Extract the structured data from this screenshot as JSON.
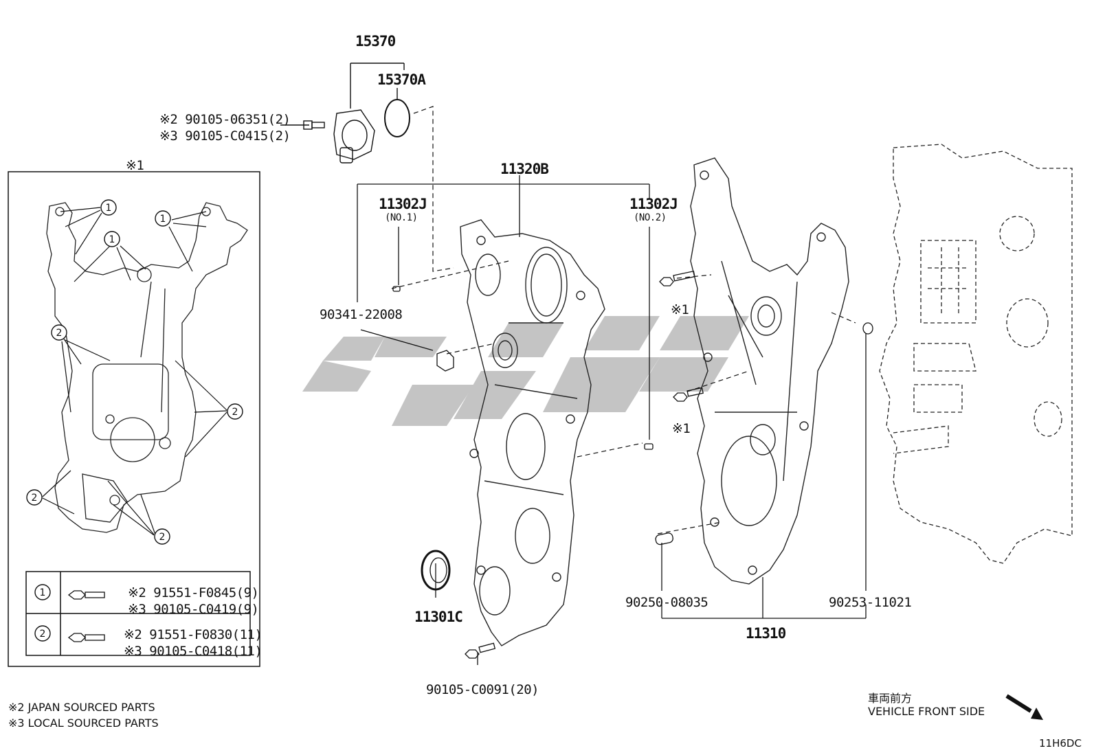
{
  "diagram": {
    "parts": {
      "p15370": "15370",
      "p15370A": "15370A",
      "p11320B": "11320B",
      "p11302J_1": "11302J",
      "no1": "(NO.1)",
      "p11302J_2": "11302J",
      "no2": "(NO.2)",
      "p90341": "90341-22008",
      "p11301C": "11301C",
      "p90105_C0091": "90105-C0091(20)",
      "p90250": "90250-08035",
      "p90253": "90253-11021",
      "p11310": "11310",
      "bolt_a": "※1",
      "bolt_b": "※1",
      "bolt_top_l1": "※2 90105-06351(2)",
      "bolt_top_l2": "※3 90105-C0415(2)"
    },
    "inset": {
      "title": "※1",
      "legend": [
        {
          "key": "1",
          "line1": "※2 91551-F0845(9)",
          "line2": "※3 90105-C0419(9)"
        },
        {
          "key": "2",
          "line1": "※2 91551-F0830(11)",
          "line2": "※3 90105-C0418(11)"
        }
      ],
      "callouts": [
        "1",
        "1",
        "1",
        "2",
        "2",
        "2",
        "2"
      ]
    },
    "notes": {
      "n2": "※2 JAPAN SOURCED PARTS",
      "n3": "※3 LOCAL SOURCED PARTS"
    },
    "direction": {
      "jp": "車両前方",
      "en": "VEHICLE FRONT SIDE"
    },
    "code": "11H6DC",
    "colors": {
      "line": "#111111",
      "watermark": "#bdbdbd"
    }
  }
}
